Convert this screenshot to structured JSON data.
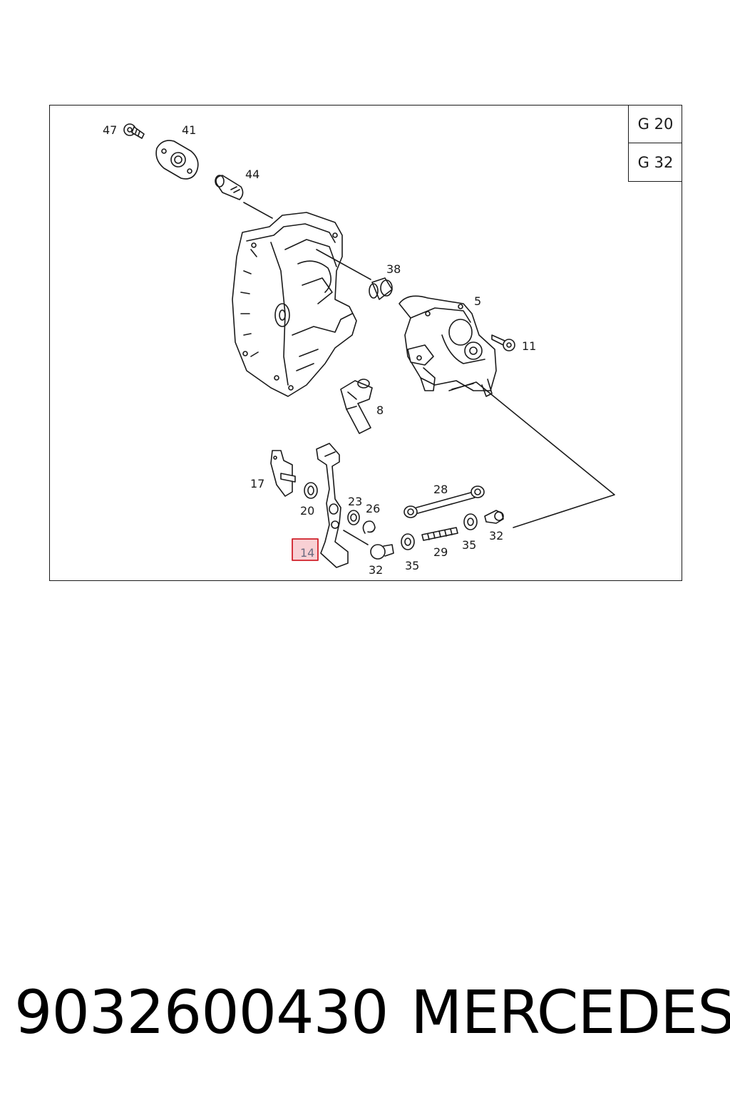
{
  "group_labels": [
    "G 20",
    "G 32"
  ],
  "callouts": {
    "c47": "47",
    "c41": "41",
    "c44": "44",
    "c38": "38",
    "c5": "5",
    "c11": "11",
    "c8": "8",
    "c17": "17",
    "c20": "20",
    "c23": "23",
    "c26": "26",
    "c28": "28",
    "c14": "14",
    "c32a": "32",
    "c35a": "35",
    "c29": "29",
    "c35b": "35",
    "c32b": "32"
  },
  "highlight": {
    "label": "14",
    "color": "#d0202a",
    "fill": "#f8d0d4"
  },
  "footer": {
    "part_number": "9032600430",
    "brand": "MERCEDES"
  }
}
